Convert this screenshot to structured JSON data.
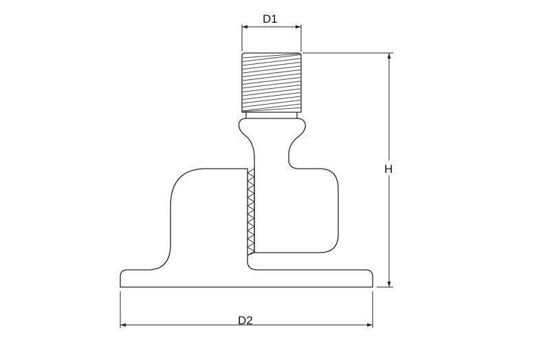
{
  "drawing": {
    "labels": {
      "d1": "D1",
      "d2": "D2",
      "h": "H"
    },
    "line_color": "#222222"
  }
}
